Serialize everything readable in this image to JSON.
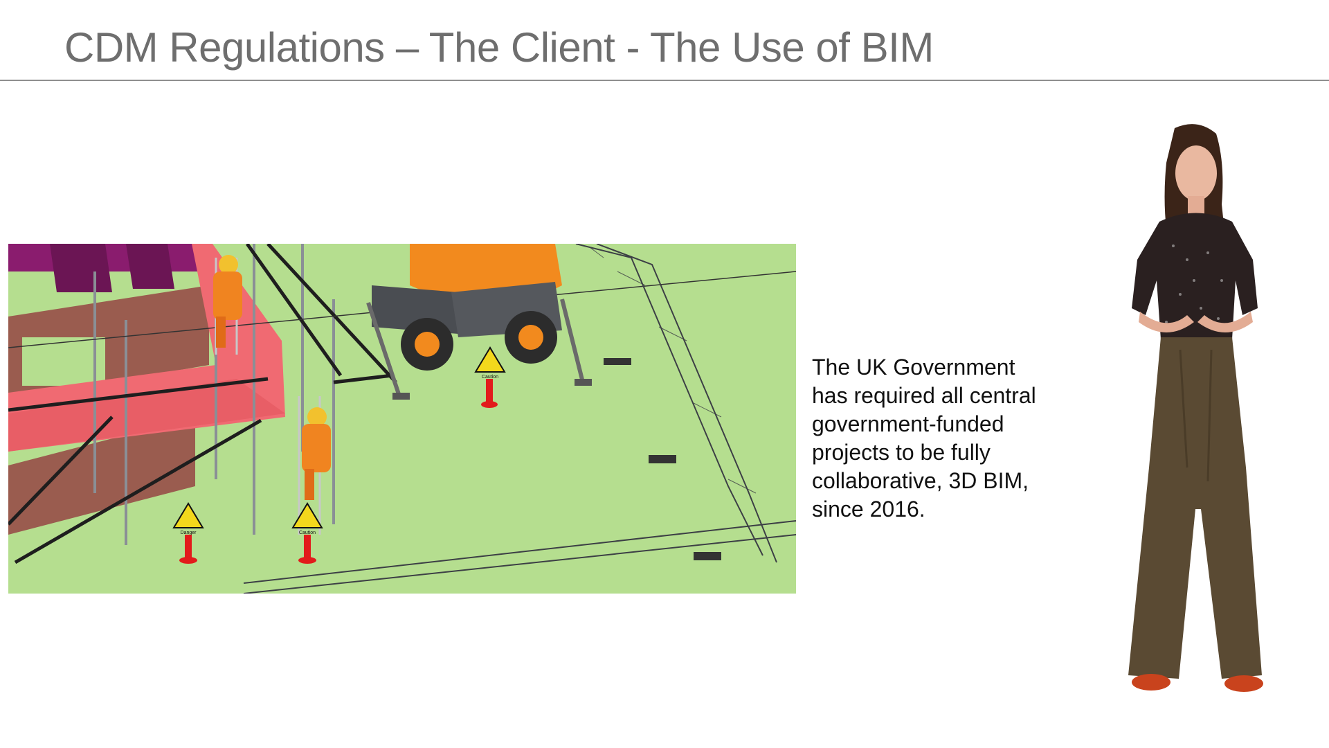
{
  "slide": {
    "title": "CDM Regulations – The Client - The Use of BIM",
    "body_lines": [
      "The UK Government",
      "has required all central",
      "government-funded",
      "projects to be fully",
      "collaborative, 3D BIM,",
      "since 2016."
    ]
  },
  "figure": {
    "signs": [
      {
        "label": "Caution"
      },
      {
        "label": "Danger"
      },
      {
        "label": "Caution"
      }
    ]
  }
}
